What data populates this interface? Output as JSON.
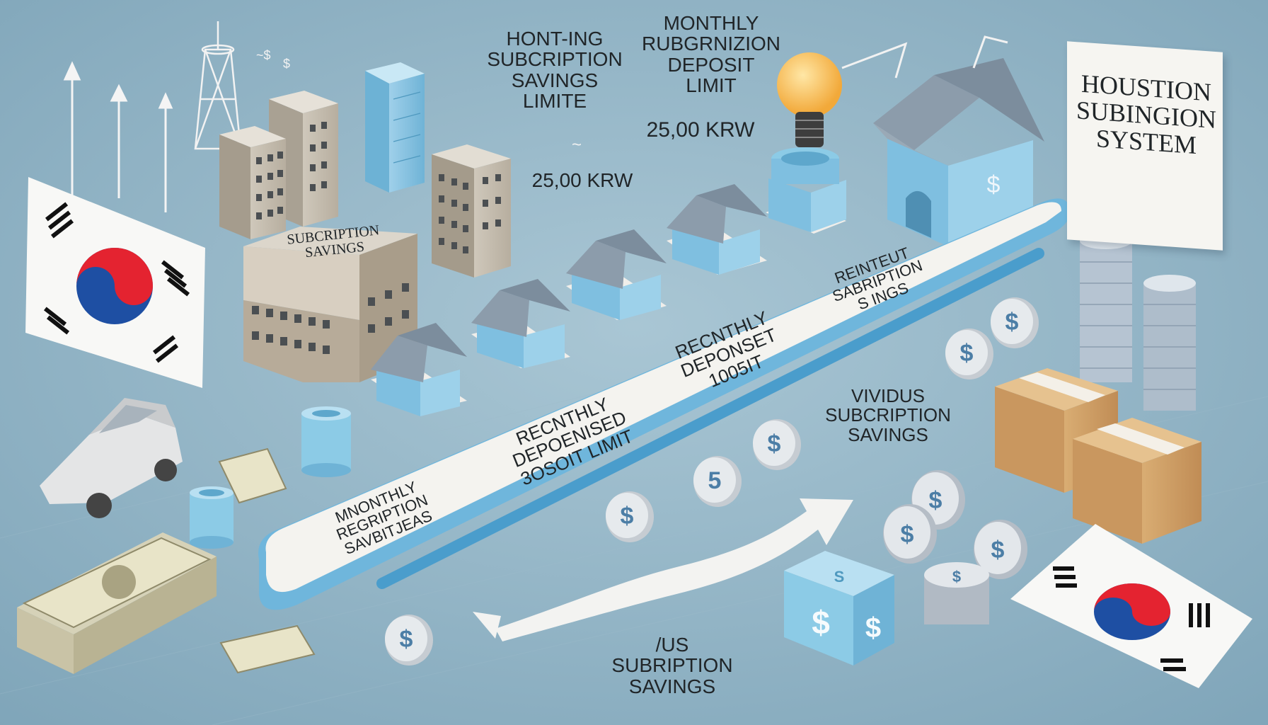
{
  "labels": {
    "top_left": [
      "HONT-ING",
      "SUBCRIPTION",
      "SAVINGS",
      "LIMITE"
    ],
    "top_right": [
      "MONTHLY",
      "RUBGRNIZION",
      "DEPOSIT",
      "LIMIT"
    ],
    "amount_right": "25,00 KRW",
    "amount_left": "25,00 KRW",
    "sign": [
      "HOUSTION",
      "SUBINGION",
      "SYSTEM"
    ],
    "box_label": [
      "SUBCRIPTION",
      "SAVINGS"
    ],
    "track_1": [
      "MNONTHLY",
      "REGRIPTION",
      "SAVBITJEAS"
    ],
    "track_2": [
      "RECNTHLY",
      "DEPOENISED",
      "3OSOIT LIMIT"
    ],
    "track_3": [
      "RECNTHLY",
      "DEPONSET",
      "1005IT"
    ],
    "track_4": [
      "REINTEUT",
      "SABRIPTION",
      "S INGS"
    ],
    "right_mid": [
      "VIVIDUS",
      "SUBCRIPTION",
      "SAVINGS"
    ],
    "bottom": [
      "/US",
      "SUBRIPTION",
      "SAVINGS"
    ]
  },
  "icons": {
    "coin": "dollar-coin-icon",
    "flag": "korean-flag-icon",
    "house": "house-icon",
    "building": "building-icon",
    "bulb": "light-bulb-icon",
    "arrow": "up-arrow-icon",
    "box": "cardboard-box-icon",
    "car": "car-icon",
    "cash": "banknote-stack-icon"
  },
  "colors": {
    "background": "#8fb2c4",
    "accent_blue": "#6fb6dc",
    "house_blue": "#8ccbe6",
    "flag_red": "#e42330",
    "flag_blue": "#1e4fa3",
    "coin_silver": "#d6dbe0"
  }
}
